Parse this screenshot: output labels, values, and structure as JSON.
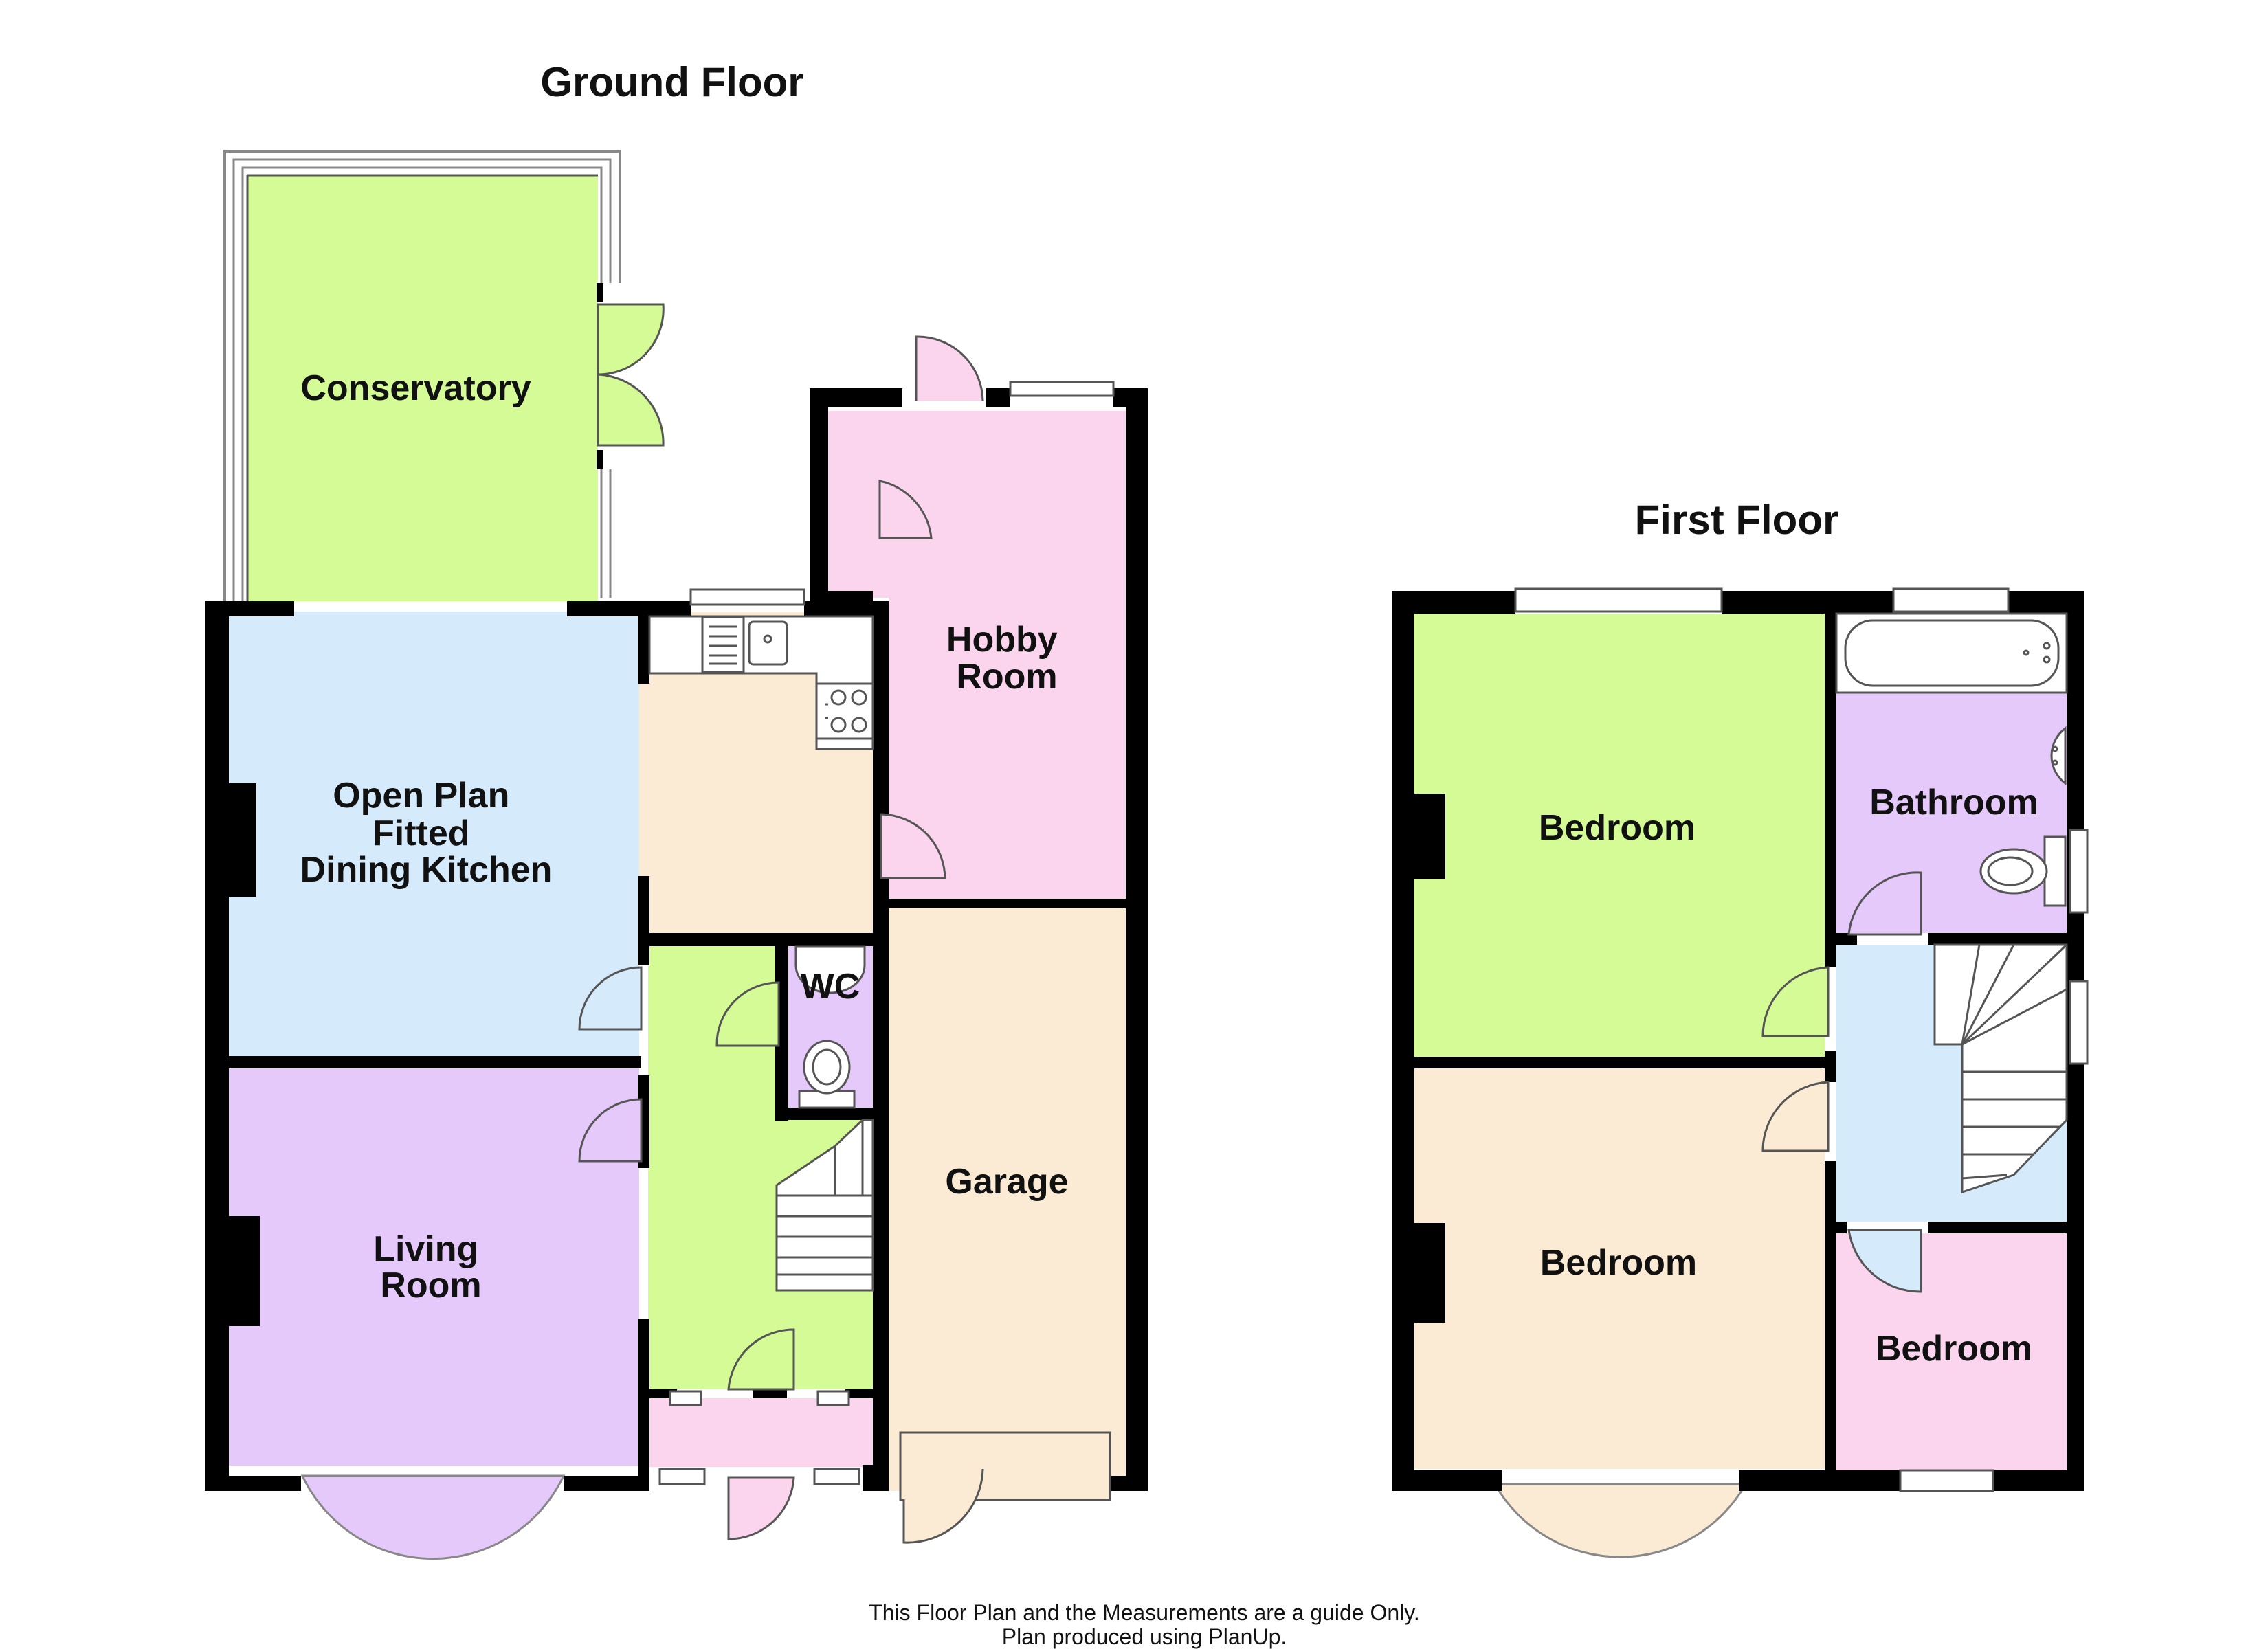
{
  "titles": {
    "ground_floor": "Ground Floor",
    "first_floor": "First Floor"
  },
  "ground_floor": {
    "conservatory": "Conservatory",
    "kitchen": [
      "Open Plan",
      "Fitted",
      "Dining Kitchen"
    ],
    "hobby_room": [
      "Hobby",
      "Room"
    ],
    "wc": "WC",
    "living_room": [
      "Living",
      "Room"
    ],
    "garage": "Garage"
  },
  "first_floor": {
    "bedroom_1": "Bedroom",
    "bathroom": "Bathroom",
    "bedroom_2": "Bedroom",
    "bedroom_3": "Bedroom"
  },
  "footer": {
    "line1": "This Floor Plan and the Measurements are a guide Only.",
    "line2": "Plan produced using PlanUp."
  },
  "colors": {
    "wall": "#000000",
    "green": "#d5fb97",
    "blue": "#d5ebfb",
    "purple": "#e5c9fb",
    "pink": "#fbd5ee",
    "cream": "#fbebd5",
    "fixture": "#ffffff"
  }
}
